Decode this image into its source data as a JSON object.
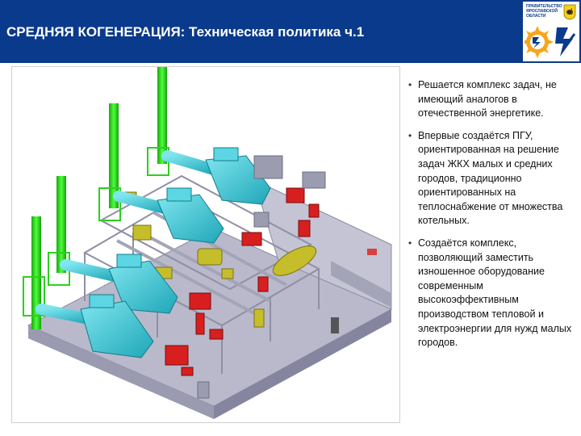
{
  "header": {
    "title": "СРЕДНЯЯ КОГЕНЕРАЦИЯ: Техническая политика ч.1",
    "background_color": "#0a3a8c"
  },
  "logo": {
    "gov_text": "ПРАВИТЕЛЬСТВО ЯРОСЛАВСКОЙ ОБЛАСТИ",
    "emblem_icon": "coat-of-arms-bear-icon",
    "org_icon": "energy-company-logo-icon"
  },
  "figure": {
    "icon": "cogeneration-plant-3d-illustration",
    "colors": {
      "stack": "#27e01b",
      "boiler": "#35c9d8",
      "turbine": "#d81f1f",
      "tank": "#c6bd2a",
      "structure": "#b8b8c8"
    }
  },
  "bullets": [
    "Решается комплекс задач, не имеющий аналогов в отечественной энергетике.",
    "Впервые создаётся ПГУ, ориентированная на решение задач ЖКХ малых и средних городов, традиционно ориентированных на теплоснабжение от множества котельных.",
    "Создаётся комплекс, позволяющий заместить изношенное оборудование современным высокоэффективным производством тепловой и электроэнергии для нужд малых городов."
  ]
}
